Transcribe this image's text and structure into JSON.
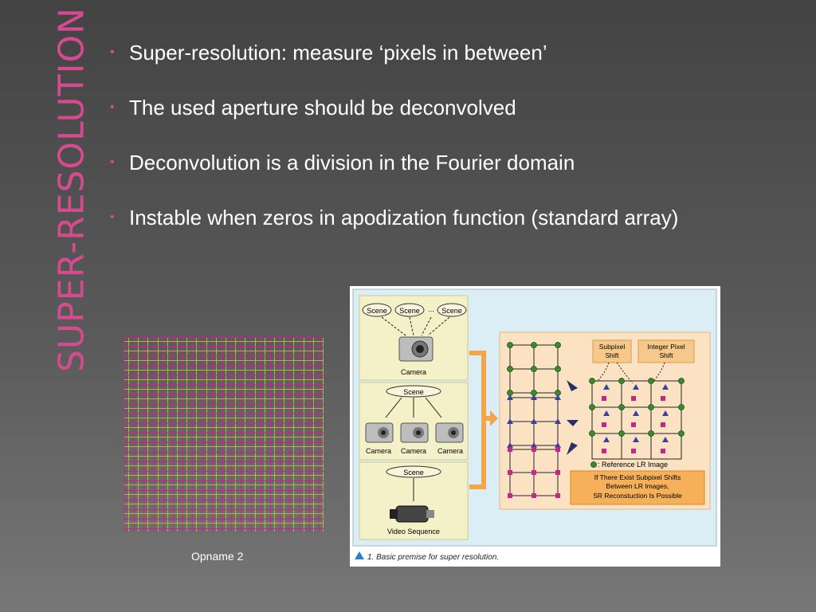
{
  "slide": {
    "title": "Super-resolution",
    "bullets": [
      "Super-resolution: measure ‘pixels in between’",
      "The used aperture should be deconvolved",
      "Deconvolution is a division in the Fourier domain",
      "Instable when zeros in apodization function (standard array)"
    ],
    "left_caption": "Opname 2",
    "colors": {
      "background": "#4a4a4a",
      "title": "#d84a8f",
      "bullet_dot": "#d84a8f",
      "grid_magenta": "#c8258a",
      "grid_yellow": "#c2c83a"
    }
  },
  "figure": {
    "scene_top": [
      "Scene",
      "Scene",
      "Scene"
    ],
    "ellipsis": "...",
    "camera_label": "Camera",
    "scene_mid": "Scene",
    "cameras_label": [
      "Camera",
      "Camera",
      "Camera"
    ],
    "scene_bottom": "Scene",
    "video_label": "Video Sequence",
    "subpixel_shift": [
      "Subpixel",
      "Shift"
    ],
    "integer_shift": [
      "Integer Pixel",
      "Shift"
    ],
    "reference_legend": ": Reference LR Image",
    "note": [
      "If There Exist Subpixel Shifts",
      "Between LR Images,",
      "SR Reconstuction Is Possible"
    ],
    "caption": "1. Basic premise for super resolution."
  }
}
